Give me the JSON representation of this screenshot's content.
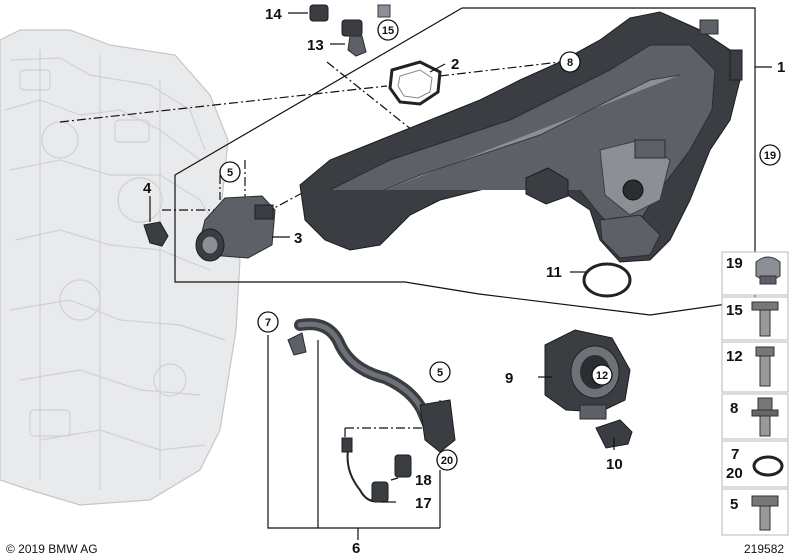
{
  "diagram": {
    "footer_copyright": "© 2019 BMW AG",
    "footer_code": "219582",
    "callouts": {
      "c1": "1",
      "c2": "2",
      "c3": "3",
      "c4": "4",
      "c6": "6",
      "c9": "9",
      "c10": "10",
      "c11": "11",
      "c13": "13",
      "c14": "14",
      "c17": "17",
      "c18": "18"
    },
    "circled": {
      "c5a": "5",
      "c5b": "5",
      "c7": "7",
      "c8": "8",
      "c12": "12",
      "c15": "15",
      "c19": "19",
      "c20": "20"
    },
    "side_panel": {
      "items": [
        "19",
        "15",
        "12",
        "8",
        "7",
        "20",
        "5"
      ]
    }
  }
}
